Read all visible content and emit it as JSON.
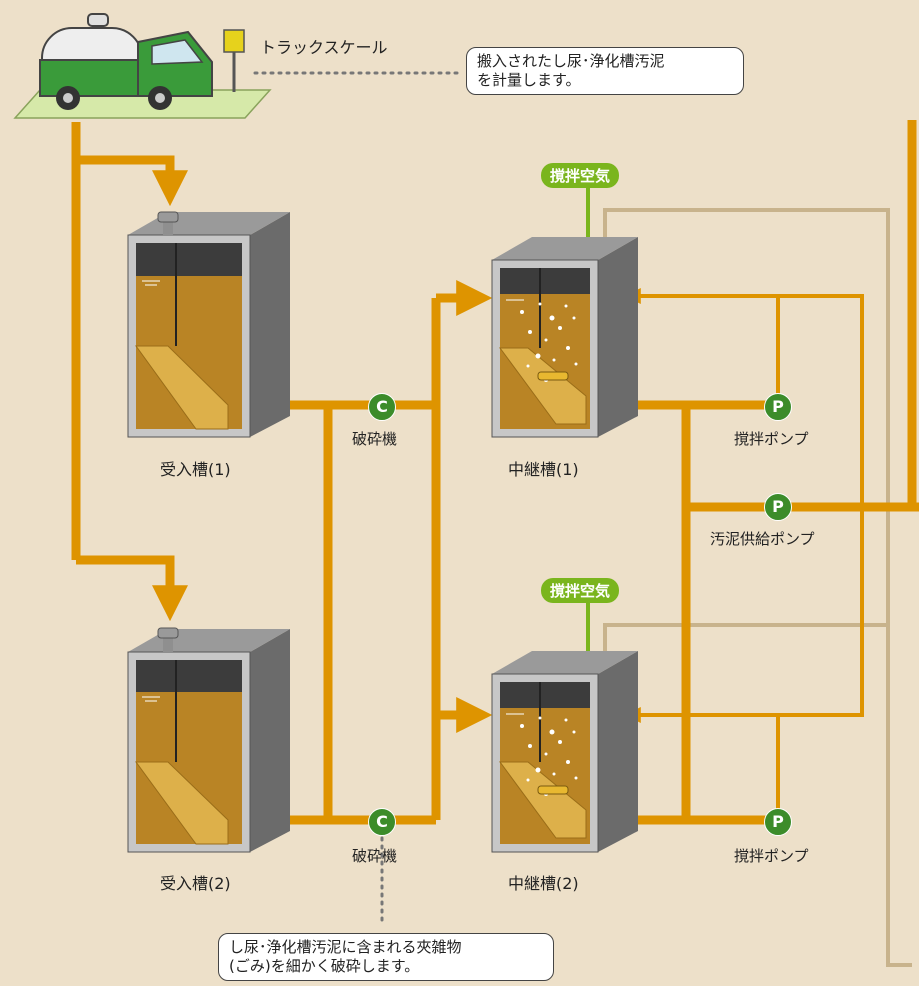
{
  "labels": {
    "truck_scale": "トラックスケール",
    "receiving_tank_1": "受入槽(1)",
    "receiving_tank_2": "受入槽(2)",
    "relay_tank_1": "中継槽(1)",
    "relay_tank_2": "中継槽(2)",
    "crusher_1": "破砕機",
    "crusher_2": "破砕機",
    "stir_air_1": "撹拌空気",
    "stir_air_2": "撹拌空気",
    "stir_pump_1": "撹拌ポンプ",
    "stir_pump_2": "撹拌ポンプ",
    "sludge_supply_pump": "汚泥供給ポンプ"
  },
  "badges": {
    "crusher": "C",
    "pump": "P"
  },
  "callouts": {
    "scale": [
      "搬入されたし尿･浄化槽汚泥",
      "を計量します。"
    ],
    "crusher": [
      "し尿･浄化槽汚泥に含まれる夾雑物",
      "(ごみ)を細かく破砕します。"
    ]
  },
  "colors": {
    "background": "#ede0c9",
    "pipe": "#de9400",
    "return_pipe": "#c8b38c",
    "air_pipe": "#7ab51d",
    "tank_body": "#c7c7c7",
    "tank_side": "#6b6b6b",
    "sludge": "#c8901e",
    "badge": "#3c8c2a"
  }
}
